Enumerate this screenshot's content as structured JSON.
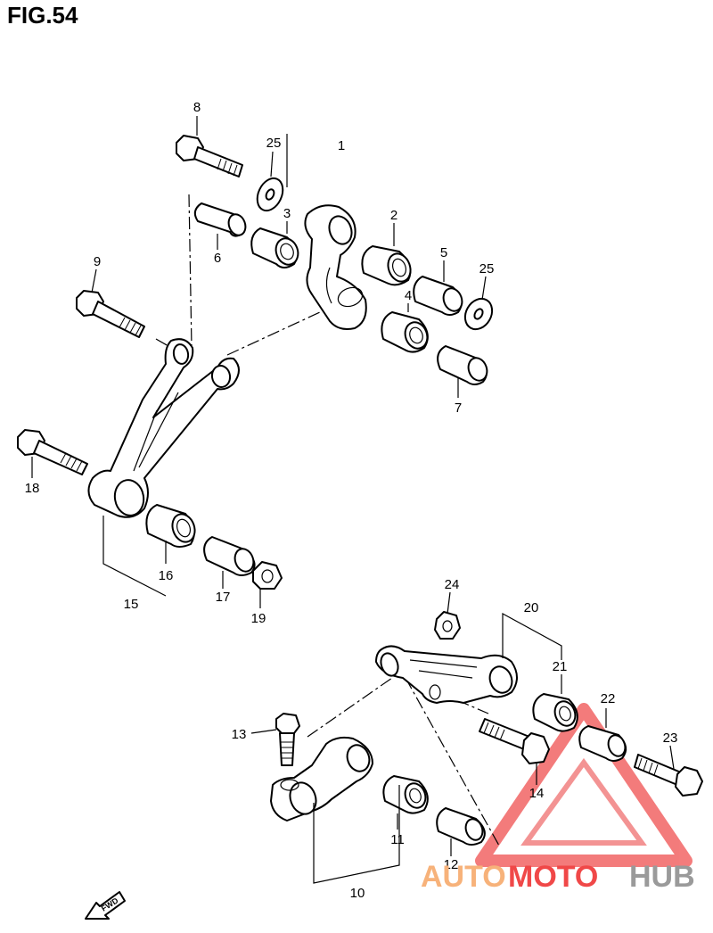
{
  "figure": {
    "title": "FIG.54"
  },
  "callouts": [
    "1",
    "2",
    "3",
    "4",
    "5",
    "6",
    "7",
    "8",
    "9",
    "10",
    "11",
    "12",
    "13",
    "14",
    "15",
    "16",
    "17",
    "18",
    "19",
    "20",
    "21",
    "22",
    "23",
    "24",
    "25",
    "25"
  ],
  "direction_label": "FWD",
  "watermark": {
    "part1": "AUTO",
    "part2": "MOTO",
    "part3": "HUB",
    "color1": "#f7b27a",
    "color2": "#f04848",
    "color3": "#9a9a9a"
  }
}
